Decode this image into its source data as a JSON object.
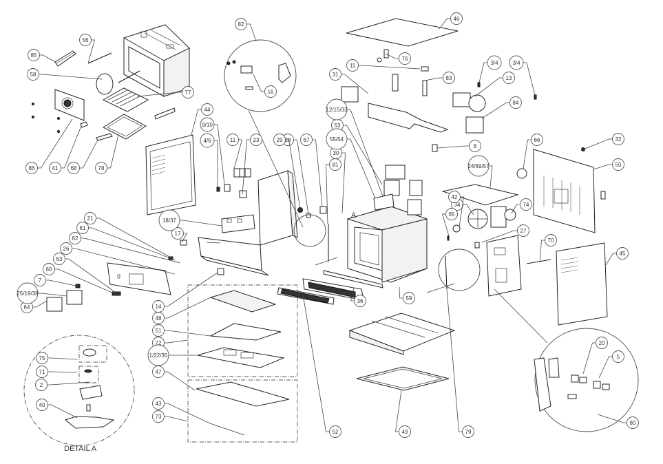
{
  "title": "Exploded parts diagram",
  "detail": {
    "label": "A",
    "caption": "DETAIL A"
  },
  "callouts": [
    {
      "id": "85",
      "label": "85"
    },
    {
      "id": "56",
      "label": "56"
    },
    {
      "id": "58",
      "label": "58"
    },
    {
      "id": "77",
      "label": "77"
    },
    {
      "id": "86",
      "label": "86"
    },
    {
      "id": "41",
      "label": "41"
    },
    {
      "id": "68",
      "label": "68"
    },
    {
      "id": "78",
      "label": "78"
    },
    {
      "id": "44",
      "label": "44"
    },
    {
      "id": "9-10",
      "label": "9/10"
    },
    {
      "id": "4-6",
      "label": "4/6"
    },
    {
      "id": "11a",
      "label": "11"
    },
    {
      "id": "23",
      "label": "23"
    },
    {
      "id": "29",
      "label": "29"
    },
    {
      "id": "28",
      "label": "28"
    },
    {
      "id": "67",
      "label": "67"
    },
    {
      "id": "82",
      "label": "82"
    },
    {
      "id": "16",
      "label": "16"
    },
    {
      "id": "30",
      "label": "30"
    },
    {
      "id": "81",
      "label": "81"
    },
    {
      "id": "46",
      "label": "46"
    },
    {
      "id": "76",
      "label": "76"
    },
    {
      "id": "11b",
      "label": "11"
    },
    {
      "id": "83",
      "label": "83"
    },
    {
      "id": "31",
      "label": "31"
    },
    {
      "id": "12-15-33",
      "label": "12/15/33"
    },
    {
      "id": "53",
      "label": "53"
    },
    {
      "id": "55-54",
      "label": "55/54"
    },
    {
      "id": "3-4a",
      "label": "3/4"
    },
    {
      "id": "3-4b",
      "label": "3/4"
    },
    {
      "id": "13",
      "label": "13"
    },
    {
      "id": "84",
      "label": "84"
    },
    {
      "id": "8",
      "label": "8"
    },
    {
      "id": "66",
      "label": "66"
    },
    {
      "id": "32",
      "label": "32"
    },
    {
      "id": "50",
      "label": "50"
    },
    {
      "id": "24-69-57",
      "label": "24/69/57"
    },
    {
      "id": "42",
      "label": "42"
    },
    {
      "id": "34",
      "label": "34"
    },
    {
      "id": "74",
      "label": "74"
    },
    {
      "id": "65",
      "label": "65"
    },
    {
      "id": "27",
      "label": "27"
    },
    {
      "id": "70",
      "label": "70"
    },
    {
      "id": "45",
      "label": "45"
    },
    {
      "id": "18-37",
      "label": "18/37"
    },
    {
      "id": "17",
      "label": "17"
    },
    {
      "id": "21",
      "label": "21"
    },
    {
      "id": "61",
      "label": "61"
    },
    {
      "id": "62",
      "label": "62"
    },
    {
      "id": "26",
      "label": "26"
    },
    {
      "id": "63",
      "label": "63"
    },
    {
      "id": "60",
      "label": "60"
    },
    {
      "id": "7",
      "label": "7"
    },
    {
      "id": "25-19-38",
      "label": "25/19/38"
    },
    {
      "id": "64",
      "label": "64"
    },
    {
      "id": "14",
      "label": "14"
    },
    {
      "id": "48",
      "label": "48"
    },
    {
      "id": "51",
      "label": "51"
    },
    {
      "id": "72",
      "label": "72"
    },
    {
      "id": "1-22-35",
      "label": "1/22/35"
    },
    {
      "id": "47",
      "label": "47"
    },
    {
      "id": "43",
      "label": "43"
    },
    {
      "id": "73",
      "label": "73"
    },
    {
      "id": "52",
      "label": "52"
    },
    {
      "id": "36",
      "label": "36"
    },
    {
      "id": "59",
      "label": "59"
    },
    {
      "id": "49",
      "label": "49"
    },
    {
      "id": "79",
      "label": "79"
    },
    {
      "id": "20",
      "label": "20"
    },
    {
      "id": "5",
      "label": "5"
    },
    {
      "id": "80",
      "label": "80"
    },
    {
      "id": "75",
      "label": "75"
    },
    {
      "id": "71",
      "label": "71"
    },
    {
      "id": "2",
      "label": "2"
    },
    {
      "id": "40",
      "label": "40"
    }
  ]
}
